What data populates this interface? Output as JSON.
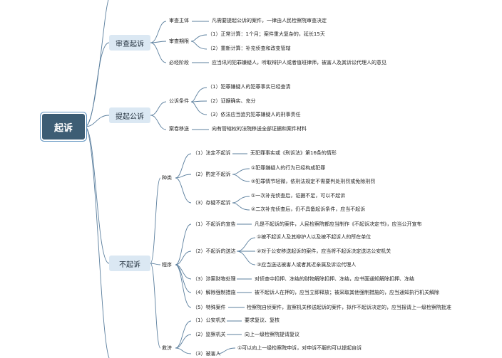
{
  "root": "起诉",
  "branches": {
    "shencha": {
      "label": "审查起诉",
      "zhuti": {
        "label": "审查主体",
        "text": "凡需要提起公诉的案件，一律由人民检察院审查决定"
      },
      "qixian": {
        "label": "审查期限",
        "items": [
          "（1）正常计算：1个月；案件重大复杂的，延长15天",
          "（2）重新计算：补充侦查和改变管辖"
        ]
      },
      "bisu": {
        "label": "必经阶段",
        "text": "应当讯问犯罪嫌疑人，听取辩护人或者值班律师，被害人及其诉讼代理人的意见"
      }
    },
    "tiqi": {
      "label": "提起公诉",
      "tiaojian": {
        "label": "公诉条件",
        "items": [
          "（1）犯罪嫌疑人的犯罪事实已经查清",
          "（2）证据确实、充分",
          "（3）依法应当追究犯罪嫌疑人的刑事责任"
        ]
      },
      "yisong": {
        "label": "案卷移送",
        "text": "向有管辖权的法院移送全部证据和案件材料"
      }
    },
    "buqisu": {
      "label": "不起诉",
      "zhonglei": {
        "label": "种类",
        "fading": {
          "label": "（1）法定不起诉",
          "text": "无犯罪事实或《刑诉法》第16条的情形"
        },
        "zhuoding": {
          "label": "（2）酌定不起诉",
          "items": [
            "①犯罪嫌疑人的行为已经构成犯罪",
            "②犯罪情节轻微，依刑法规定不需要判处刑罚或免除刑罚"
          ]
        },
        "cunyi": {
          "label": "（3）存疑不起诉",
          "items": [
            "①一次补充侦查后，证据不足，可以不起诉",
            "②二次补充侦查后，仍不具备起诉条件，应当不起诉"
          ]
        }
      },
      "chengxu": {
        "label": "程序",
        "xuangao": {
          "label": "（1）不起诉的宣告",
          "text": "凡是不起诉的案件，人民检察院都应当制作《不起诉决定书》，应当公开宣布"
        },
        "songda": {
          "label": "（2）不起诉的送达",
          "items": [
            "①被不起诉人及其辩护人以及被不起诉人的所在单位",
            "②对于公安移送起诉的案件，应当将不起诉决定送达公安机关",
            "③应当送达被害人或者其近亲属及诉讼代理人"
          ]
        },
        "caiwu": {
          "label": "（3）涉案财物处理",
          "text": "对侦查中扣押、冻结的财物解除扣押、冻结，应书面通知解除扣押、冻结"
        },
        "qiangzhi": {
          "label": "（4）解除强制措施",
          "text": "被不起诉人在押的，应当立即释放；被采取其他强制措施的，应当通知执行机关解除"
        },
        "teshu": {
          "label": "（5）特殊案件",
          "text": "检察院自侦案件，监察机关移送起诉的案件，拟作不起诉决定的，应当报请上一级检察院批准"
        }
      },
      "jiuji": {
        "label": "救济",
        "gongan": {
          "label": "（1）公安机关",
          "text": "要求复议、复核"
        },
        "jiancha": {
          "label": "（2）监察机关",
          "text": "向上一级检察院提请复议"
        },
        "beihairen": {
          "label": "（3）被害人",
          "items": [
            "①可以向上一级检察院申诉，对申诉不服的可以提起自诉"
          ]
        }
      }
    }
  }
}
